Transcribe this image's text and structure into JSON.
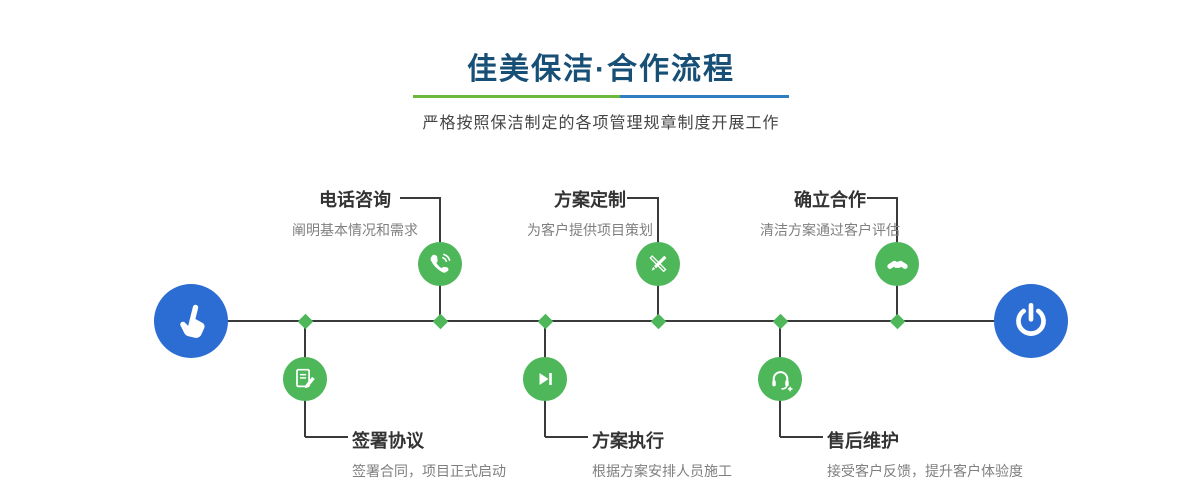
{
  "page": {
    "title": "佳美保洁·合作流程",
    "subtitle": "严格按照保洁制定的各项管理规章制度开展工作"
  },
  "flow": {
    "start_icon": "pointing-hand",
    "end_icon": "power",
    "steps_top": [
      {
        "title": "电话咨询",
        "desc": "阐明基本情况和需求",
        "icon": "phone-icon"
      },
      {
        "title": "方案定制",
        "desc": "为客户提供项目策划",
        "icon": "pencil-ruler-icon"
      },
      {
        "title": "确立合作",
        "desc": "清洁方案通过客户评估",
        "icon": "handshake-icon"
      }
    ],
    "steps_bottom": [
      {
        "title": "签署协议",
        "desc": "签署合同，项目正式启动",
        "icon": "contract-sign-icon"
      },
      {
        "title": "方案执行",
        "desc": "根据方案安排人员施工",
        "icon": "play-next-icon"
      },
      {
        "title": "售后维护",
        "desc": "接受客户反馈，提升客户体验度",
        "icon": "headset-support-icon"
      }
    ]
  },
  "colors": {
    "accent_green": "#4db75a",
    "accent_blue": "#2b6dd2",
    "title_color": "#174f76",
    "divider_green": "#6cb83f",
    "divider_blue": "#2f7ec0",
    "line_color": "#3a3a3a"
  }
}
